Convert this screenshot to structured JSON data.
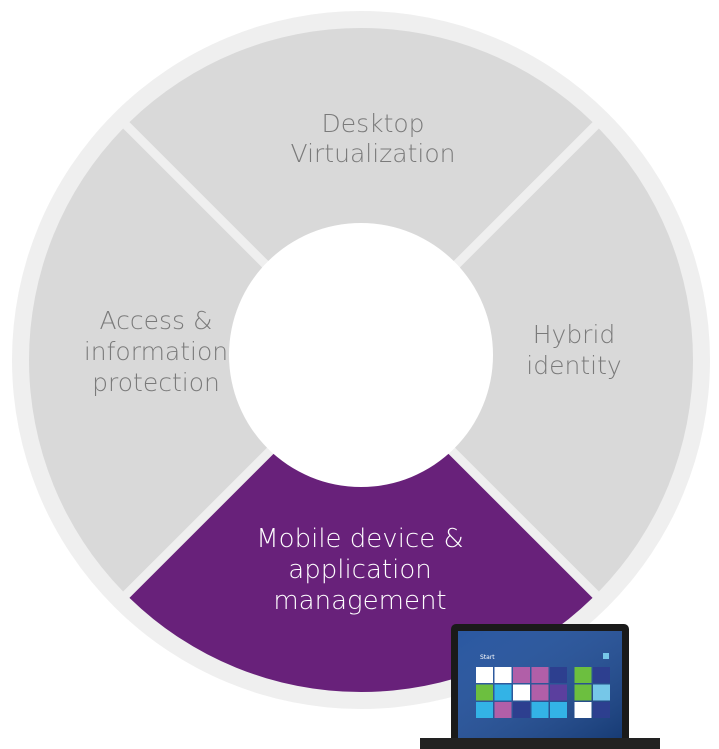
{
  "diagram": {
    "segments": [
      {
        "id": "top",
        "lines": [
          "Desktop",
          "Virtualization"
        ],
        "fill": "#d9d9d9",
        "text_color": "#7a7a7a"
      },
      {
        "id": "right",
        "lines": [
          "Hybrid",
          "identity"
        ],
        "fill": "#d9d9d9",
        "text_color": "#7a7a7a"
      },
      {
        "id": "bottom",
        "lines": [
          "Mobile device &",
          "application",
          "management"
        ],
        "fill": "#68217a",
        "text_color": "#ffffff",
        "highlighted": true
      },
      {
        "id": "left",
        "lines": [
          "Access &",
          "information",
          "protection"
        ],
        "fill": "#d9d9d9",
        "text_color": "#7a7a7a"
      }
    ],
    "outer_ring_color": "#efefef",
    "center_color": "#ffffff"
  },
  "laptop": {
    "start_label": "Start",
    "screen_color": "#1f4f9c",
    "tiles": [
      [
        "#ffffff",
        "#ffffff",
        "#b15fa8",
        "#b15fa8",
        "#2d3f8f",
        "#6cbf3f",
        "#2d3f8f"
      ],
      [
        "#6cbf3f",
        "#33b3e6",
        "#ffffff",
        "#b15fa8",
        "#5b3f9e",
        "#6cbf3f",
        "#76c7e8"
      ],
      [
        "#33b3e6",
        "#b15fa8",
        "#2d3f8f",
        "#33b3e6",
        "#33b3e6",
        "#ffffff",
        "#2d3f8f"
      ]
    ]
  }
}
